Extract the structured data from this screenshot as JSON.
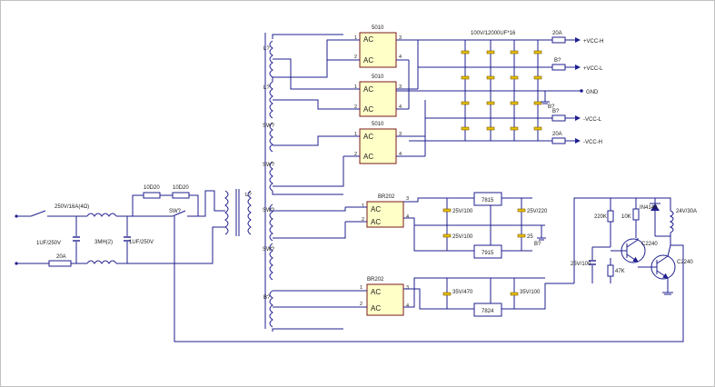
{
  "frame_border_color": "#c0c0c0",
  "wire_color": "#1f1f8f",
  "block_fill_color": "#ffffc8",
  "input": {
    "switch_label": "250V/16A(4Ω)",
    "fuse_label": "20A",
    "cap_label": "1UF/250V",
    "choke_label": "3MH(2)",
    "cap2_label": "1UF/250V",
    "ntc1_label": "10D20",
    "ntc2_label": "10D20",
    "relay_label": "SW?"
  },
  "transformer": {
    "label": "L?"
  },
  "windings": [
    "L?",
    "L?",
    "SW?",
    "SW?",
    "SW?",
    "SW?",
    "B?"
  ],
  "bridges": [
    {
      "name": "5010",
      "ac1": "AC",
      "ac2": "AC",
      "p1": "1",
      "p2": "2",
      "p3": "3",
      "p4": "4"
    },
    {
      "name": "5010",
      "ac1": "AC",
      "ac2": "AC",
      "p1": "1",
      "p2": "2",
      "p3": "3",
      "p4": "4"
    },
    {
      "name": "5010",
      "ac1": "AC",
      "ac2": "AC",
      "p1": "1",
      "p2": "2",
      "p3": "3",
      "p4": "4"
    },
    {
      "name": "BR202",
      "ac1": "AC",
      "ac2": "AC",
      "p1": "1",
      "p2": "2",
      "p3": "3",
      "p4": "4"
    },
    {
      "name": "BR202",
      "ac1": "AC",
      "ac2": "AC",
      "p1": "1",
      "p2": "2",
      "p3": "3",
      "p4": "4"
    }
  ],
  "cap_bank_label": "100V/12000UF*16",
  "rails": {
    "vcc_h_fuse": "20A",
    "vcc_h": "+VCC-H",
    "vcc_l_fuse": "B?",
    "vcc_l": "+VCC-L",
    "gnd_fuse": "B?",
    "gnd": "GND",
    "nvcc_l_fuse": "B?",
    "nvcc_l": "-VCC-L",
    "nvcc_h_fuse": "20A",
    "nvcc_h": "-VCC-H"
  },
  "regulators": {
    "r1": "7815",
    "r2": "7915",
    "r3": "7824",
    "c1": "25V/100",
    "c2": "25V/220",
    "c3": "25V/100",
    "c4": "25",
    "c4b": "B?",
    "c5": "35V/470",
    "c6": "35V/100"
  },
  "relay_driver": {
    "r1": "220K",
    "r2": "10K",
    "d1": "IN4148",
    "relay": "24V/30A",
    "q1": "C2240",
    "q2": "C2240",
    "c1": "25V/100",
    "r3": "47K"
  }
}
